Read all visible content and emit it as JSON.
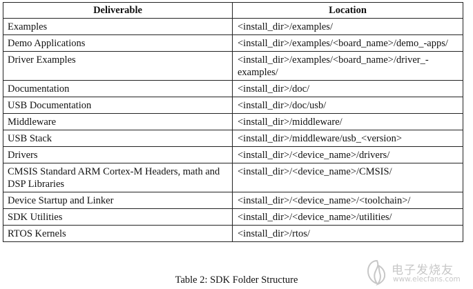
{
  "table": {
    "headers": [
      "Deliverable",
      "Location"
    ],
    "rows": [
      {
        "deliverable": "Examples",
        "location": "<install_dir>/examples/"
      },
      {
        "deliverable": "Demo Applications",
        "location": "<install_dir>/examples/<board_name>/demo_-apps/"
      },
      {
        "deliverable": "Driver Examples",
        "location": "<install_dir>/examples/<board_name>/driver_-examples/"
      },
      {
        "deliverable": "Documentation",
        "location": "<install_dir>/doc/"
      },
      {
        "deliverable": "USB Documentation",
        "location": "<install_dir>/doc/usb/"
      },
      {
        "deliverable": "Middleware",
        "location": "<install_dir>/middleware/"
      },
      {
        "deliverable": "USB Stack",
        "location": "<install_dir>/middleware/usb_<version>"
      },
      {
        "deliverable": "Drivers",
        "location": "<install_dir>/<device_name>/drivers/"
      },
      {
        "deliverable": "CMSIS Standard ARM Cortex-M Headers, math and DSP Libraries",
        "location": "<install_dir>/<device_name>/CMSIS/"
      },
      {
        "deliverable": "Device Startup and Linker",
        "location": "<install_dir>/<device_name>/<toolchain>/"
      },
      {
        "deliverable": "SDK Utilities",
        "location": "<install_dir>/<device_name>/utilities/"
      },
      {
        "deliverable": "RTOS Kernels",
        "location": "<install_dir>/rtos/"
      }
    ]
  },
  "caption": "Table 2: SDK Folder Structure",
  "watermark": {
    "cn_text": "电子发烧友",
    "url": "www.elecfans.com",
    "color": "#9a9a9a"
  }
}
